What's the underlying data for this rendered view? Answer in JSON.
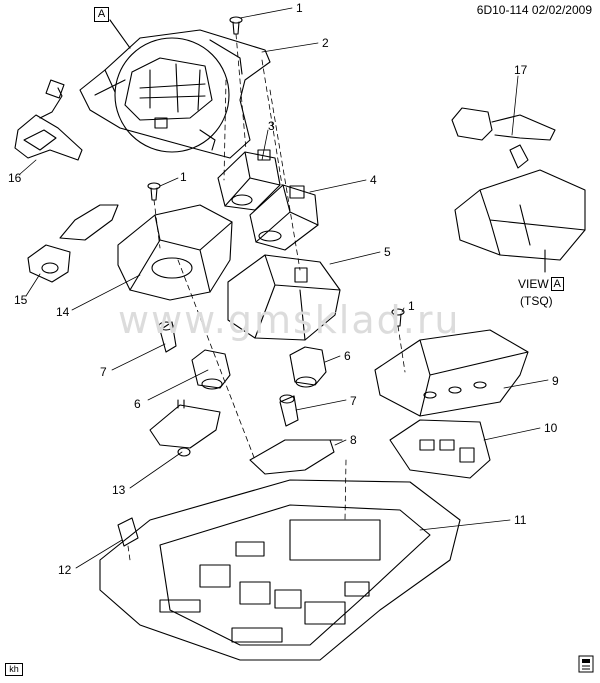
{
  "header": {
    "code": "6D10-114  02/02/2009"
  },
  "view_marker": "A",
  "view_label": {
    "text": "VIEW",
    "letter": "A",
    "sub": "(TSQ)"
  },
  "watermark": "www.gmsklad.ru",
  "corner_tag": "kh",
  "callouts": [
    {
      "id": "1a",
      "text": "1"
    },
    {
      "id": "2",
      "text": "2"
    },
    {
      "id": "3",
      "text": "3"
    },
    {
      "id": "1b",
      "text": "1"
    },
    {
      "id": "4",
      "text": "4"
    },
    {
      "id": "5",
      "text": "5"
    },
    {
      "id": "1c",
      "text": "1"
    },
    {
      "id": "6a",
      "text": "6"
    },
    {
      "id": "6b",
      "text": "6"
    },
    {
      "id": "7a",
      "text": "7"
    },
    {
      "id": "7b",
      "text": "7"
    },
    {
      "id": "8",
      "text": "8"
    },
    {
      "id": "9",
      "text": "9"
    },
    {
      "id": "10",
      "text": "10"
    },
    {
      "id": "11",
      "text": "11"
    },
    {
      "id": "12",
      "text": "12"
    },
    {
      "id": "13",
      "text": "13"
    },
    {
      "id": "14",
      "text": "14"
    },
    {
      "id": "15",
      "text": "15"
    },
    {
      "id": "16",
      "text": "16"
    },
    {
      "id": "17",
      "text": "17"
    }
  ]
}
